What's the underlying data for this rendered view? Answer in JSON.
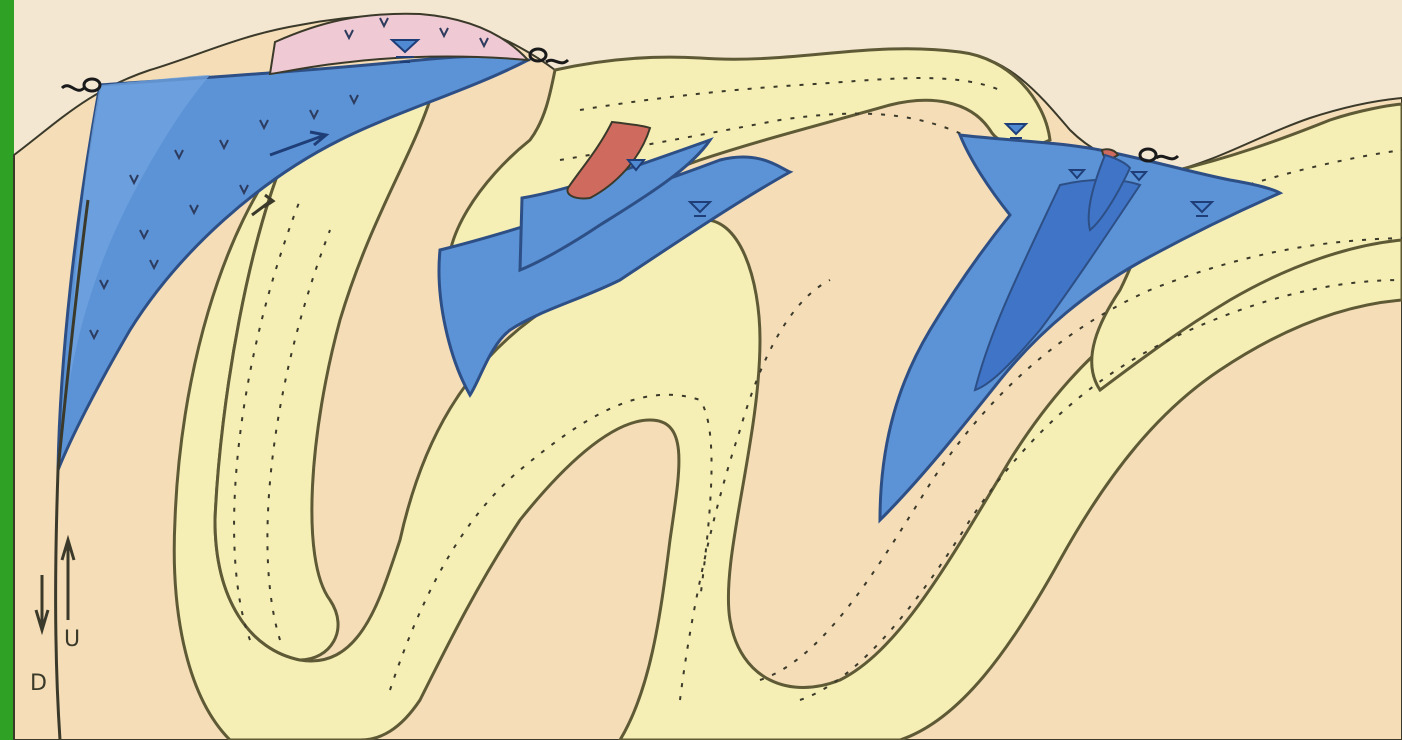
{
  "diagram": {
    "kind": "geologic-cross-section",
    "fault": {
      "downthrown_label": "D",
      "upthrown_label": "U"
    },
    "colors": {
      "sky": "#f3e7d2",
      "bedrock": "#f4ddb7",
      "sandstone_band": "#f5eeb5",
      "outline": "#5f5a36",
      "water_body": "#5b93d6",
      "water_body_dark": "#3f74c7",
      "rhyolite_cap": "#efc9d3",
      "dike": "#cf6a5e",
      "border_green": "#2fa125"
    },
    "icons": [
      "water-level-triangle-icon",
      "spring-symbol-icon",
      "fault-arrow-icon"
    ]
  }
}
